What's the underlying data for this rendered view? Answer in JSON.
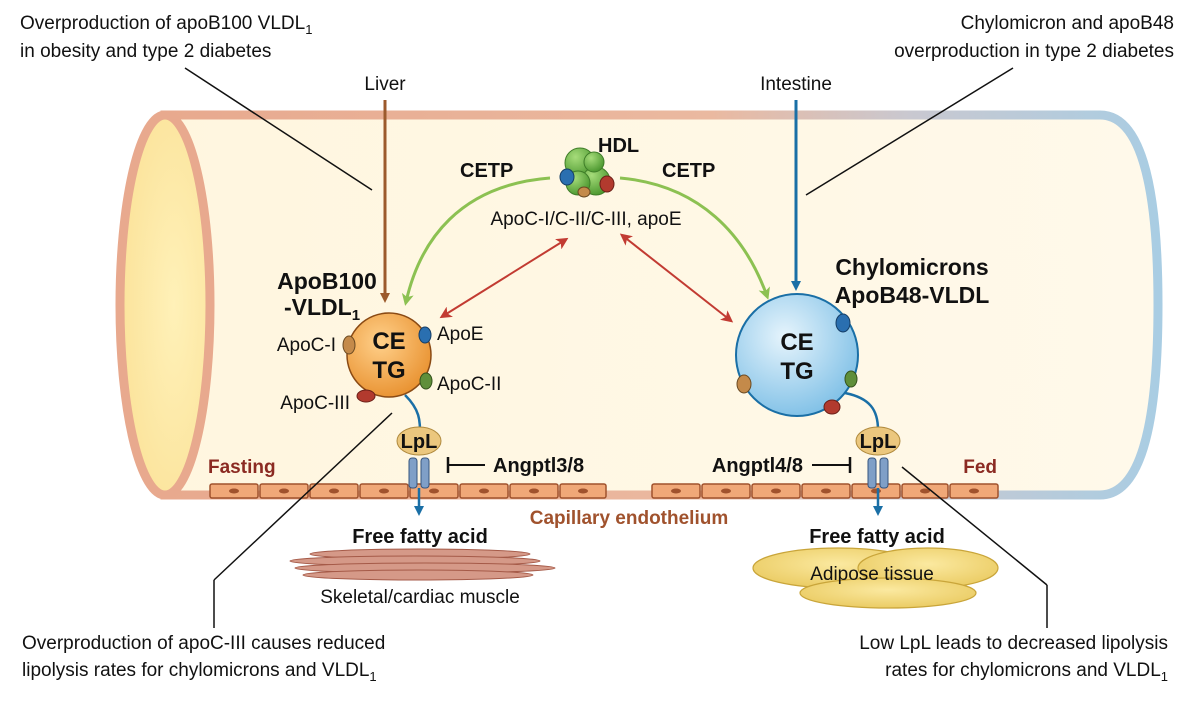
{
  "annotations": {
    "top_left_line1": "Overproduction of apoB100 VLDL",
    "top_left_sub": "1",
    "top_left_line2": "in obesity and type 2 diabetes",
    "top_right_line1": "Chylomicron and apoB48",
    "top_right_line2": "overproduction in type 2 diabetes",
    "bottom_left_line1": "Overproduction of apoC-III causes reduced",
    "bottom_left_line2": "lipolysis rates for chylomicrons and VLDL",
    "bottom_left_sub": "1",
    "bottom_right_line1": "Low LpL leads to decreased lipolysis",
    "bottom_right_line2": "rates for chylomicrons and VLDL",
    "bottom_right_sub": "1"
  },
  "sources": {
    "liver": "Liver",
    "intestine": "Intestine"
  },
  "hdl": {
    "label": "HDL",
    "cetp_left": "CETP",
    "cetp_right": "CETP",
    "exchange": "ApoC-I/C-II/C-III, apoE"
  },
  "vldl": {
    "title_line1": "ApoB100",
    "title_line2": "-VLDL",
    "title_sub": "1",
    "core_line1": "CE",
    "core_line2": "TG",
    "apoc1": "ApoC-I",
    "apoe": "ApoE",
    "apoc2": "ApoC-II",
    "apoc3": "ApoC-III"
  },
  "chylo": {
    "title_line1": "Chylomicrons",
    "title_line2": "ApoB48-VLDL",
    "core_line1": "CE",
    "core_line2": "TG"
  },
  "lpl_left": "LpL",
  "lpl_right": "LpL",
  "angptl_left": "Angptl3/8",
  "angptl_right": "Angptl4/8",
  "state_left": "Fasting",
  "state_right": "Fed",
  "endothelium": "Capillary endothelium",
  "ffa_left": "Free fatty acid",
  "ffa_right": "Free fatty acid",
  "muscle": "Skeletal/cardiac muscle",
  "adipose": "Adipose tissue",
  "colors": {
    "vessel_left": "#e8a98e",
    "vessel_right": "#a9cde3",
    "liver_arrow": "#9c5a2c",
    "intestine_arrow": "#1a6fa6",
    "cetp_arrow": "#8cc152",
    "exchange_arrow": "#c23b32",
    "vldl_fill": "#f0a64a",
    "chylo_fill": "#8fc8ea",
    "lpl_fill": "#ebc77e",
    "fasting_fed": "#8b2a22",
    "endothelium_label": "#a0522d"
  }
}
